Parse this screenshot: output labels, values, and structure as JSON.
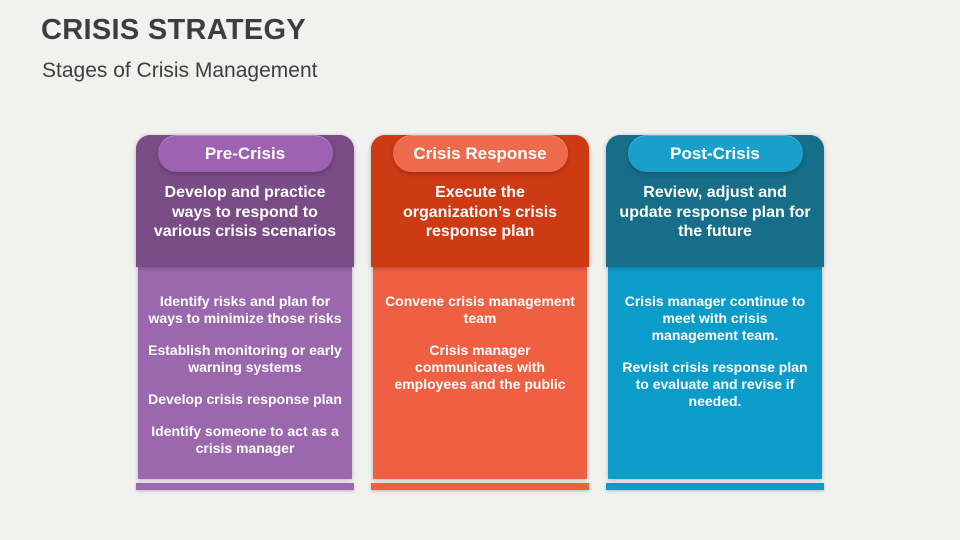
{
  "slide": {
    "title": "CRISIS STRATEGY",
    "subtitle": "Stages of Crisis Management",
    "background": "#f1f1f0",
    "title_color": "#3d3d3d"
  },
  "columns": [
    {
      "label": "Pre-Crisis",
      "description": "Develop and practice ways to respond to various crisis scenarios",
      "points": [
        "Identify risks and plan for ways to minimize those risks",
        "Establish monitoring or early warning systems",
        "Develop crisis response plan",
        "Identify someone to act as a crisis manager"
      ],
      "colors": {
        "header": "#794c86",
        "pill": "#9d63b2",
        "body": "#9b68ae",
        "accent_bar": "#9b68ae"
      }
    },
    {
      "label": "Crisis Response",
      "description": "Execute the organization’s crisis response plan",
      "points": [
        "Convene crisis management team",
        "Crisis manager communicates with employees and the public"
      ],
      "colors": {
        "header": "#ce3a13",
        "pill": "#ee6a4d",
        "body": "#ef5f42",
        "accent_bar": "#ef5f42"
      }
    },
    {
      "label": "Post-Crisis",
      "description": "Review, adjust and update response plan for the future",
      "points": [
        "Crisis manager continue to meet with crisis management team.",
        "Revisit crisis response plan to evaluate and revise if needed."
      ],
      "colors": {
        "header": "#176e88",
        "pill": "#18a0cb",
        "body": "#0c9cc9",
        "accent_bar": "#0c9cc9"
      }
    }
  ]
}
